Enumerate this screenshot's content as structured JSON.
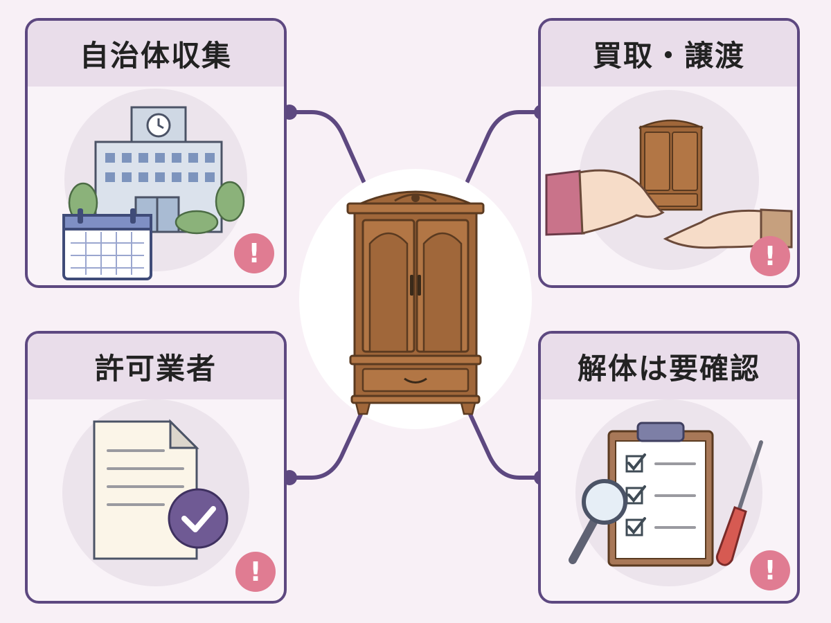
{
  "cards": [
    {
      "id": "municipal",
      "title": "自治体収集",
      "icon": "city-hall-calendar-icon"
    },
    {
      "id": "buyback",
      "title": "買取・譲渡",
      "icon": "handover-wardrobe-icon"
    },
    {
      "id": "licensed",
      "title": "許可業者",
      "icon": "certified-document-icon"
    },
    {
      "id": "dismantle",
      "title": "解体は要確認",
      "icon": "clipboard-inspection-icon"
    }
  ],
  "alert_symbol": "!",
  "center_icon": "wardrobe-icon",
  "colors": {
    "background": "#f8f0f6",
    "card_border": "#5d4880",
    "card_header": "#e9ddea",
    "connector": "#5d4880",
    "alert": "#e07c92",
    "wood": "#a0673a"
  }
}
